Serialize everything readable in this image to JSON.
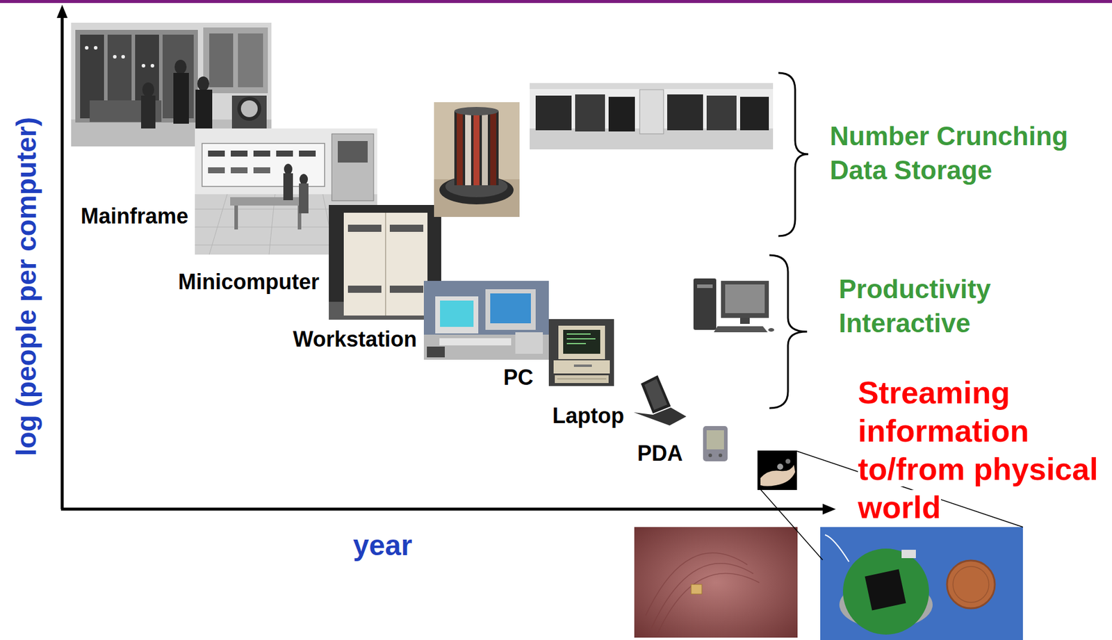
{
  "diagram": {
    "labels": [
      "log (people per computer)",
      "Mainframe",
      "Minicomputer",
      "Workstation",
      "PC",
      "Laptop",
      "PDA",
      "Number Crunching",
      "Data Storage",
      "Productivity",
      "Interactive",
      "Streaming information to/from physical world",
      "year"
    ]
  }
}
